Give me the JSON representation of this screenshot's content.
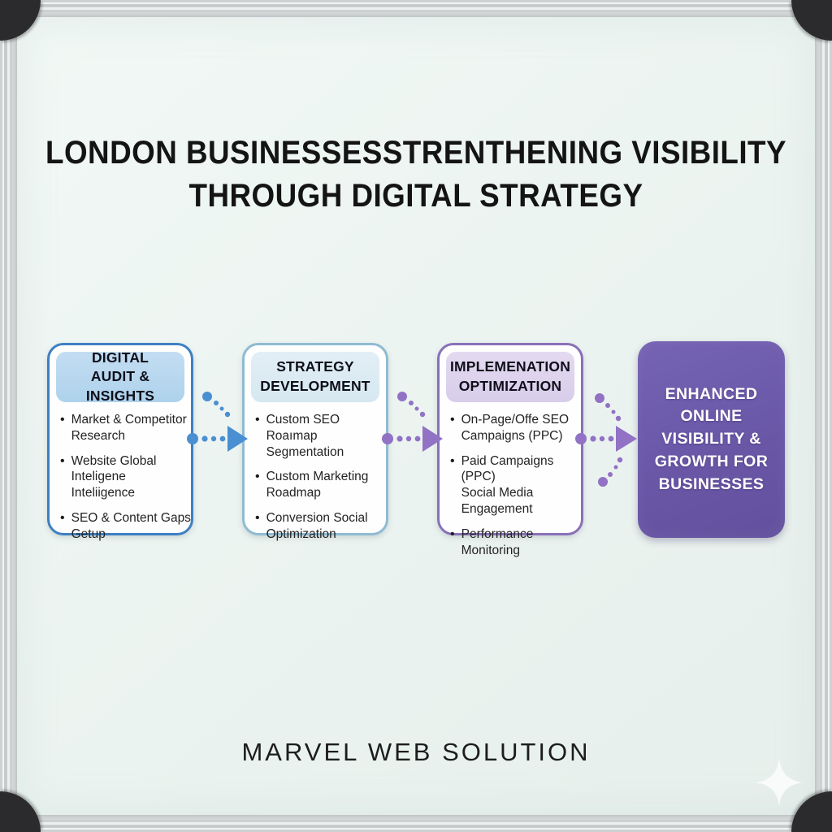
{
  "board": {
    "title_line1": "LONDON BUSINESSESSTRENTHENING VISIBILITY",
    "title_line2": "THROUGH DIGITAL STRATEGY",
    "footer_brand": "MARVEL WEB SOLUTION"
  },
  "flow": {
    "stages": [
      {
        "header": "DIGITAL\nAUDIT & INSIGHTS",
        "bullets": [
          "Market & Competitor\nResearch",
          "Website Global\nInteligene Inteliigence",
          "SEO & Content Gaps\nGetup"
        ]
      },
      {
        "header": "STRATEGY\nDEVELOPMENT",
        "bullets": [
          "Custom SEO Roaımap\nSegmentation",
          "Custom Marketing\nRoadmap",
          "Conversion Social\nOptimization"
        ]
      },
      {
        "header": "IMPLEMENATION\nOPTIMIZATION",
        "bullets": [
          "On-Page/Offe SEO\nCampaigns (PPC)",
          "Paid Campaigns (PPC)\nSocial Media Engagement",
          "Performance\nMonitoring"
        ]
      }
    ],
    "result_label": "ENHANCED\nONLINE\nVISIBILITY &\nGROWTH FOR\nBUSINESSES",
    "bullet_glyph": "•"
  },
  "colors": {
    "stage1_border": "#3e80c2",
    "stage1_header_bg": "#b9d8ef",
    "stage2_border": "#8fbbd2",
    "stage2_header_bg": "#dcebf3",
    "stage3_border": "#8a70b8",
    "stage3_header_bg": "#ded4ec",
    "arrow_blue": "#4a8fd2",
    "arrow_purple": "#9172c5",
    "result_bg": "#6b59a9",
    "result_text": "#ffffff",
    "board_surface": "#edf4f1",
    "frame_gray": "#d6d9da",
    "corner_cap": "#2b2b2d"
  }
}
